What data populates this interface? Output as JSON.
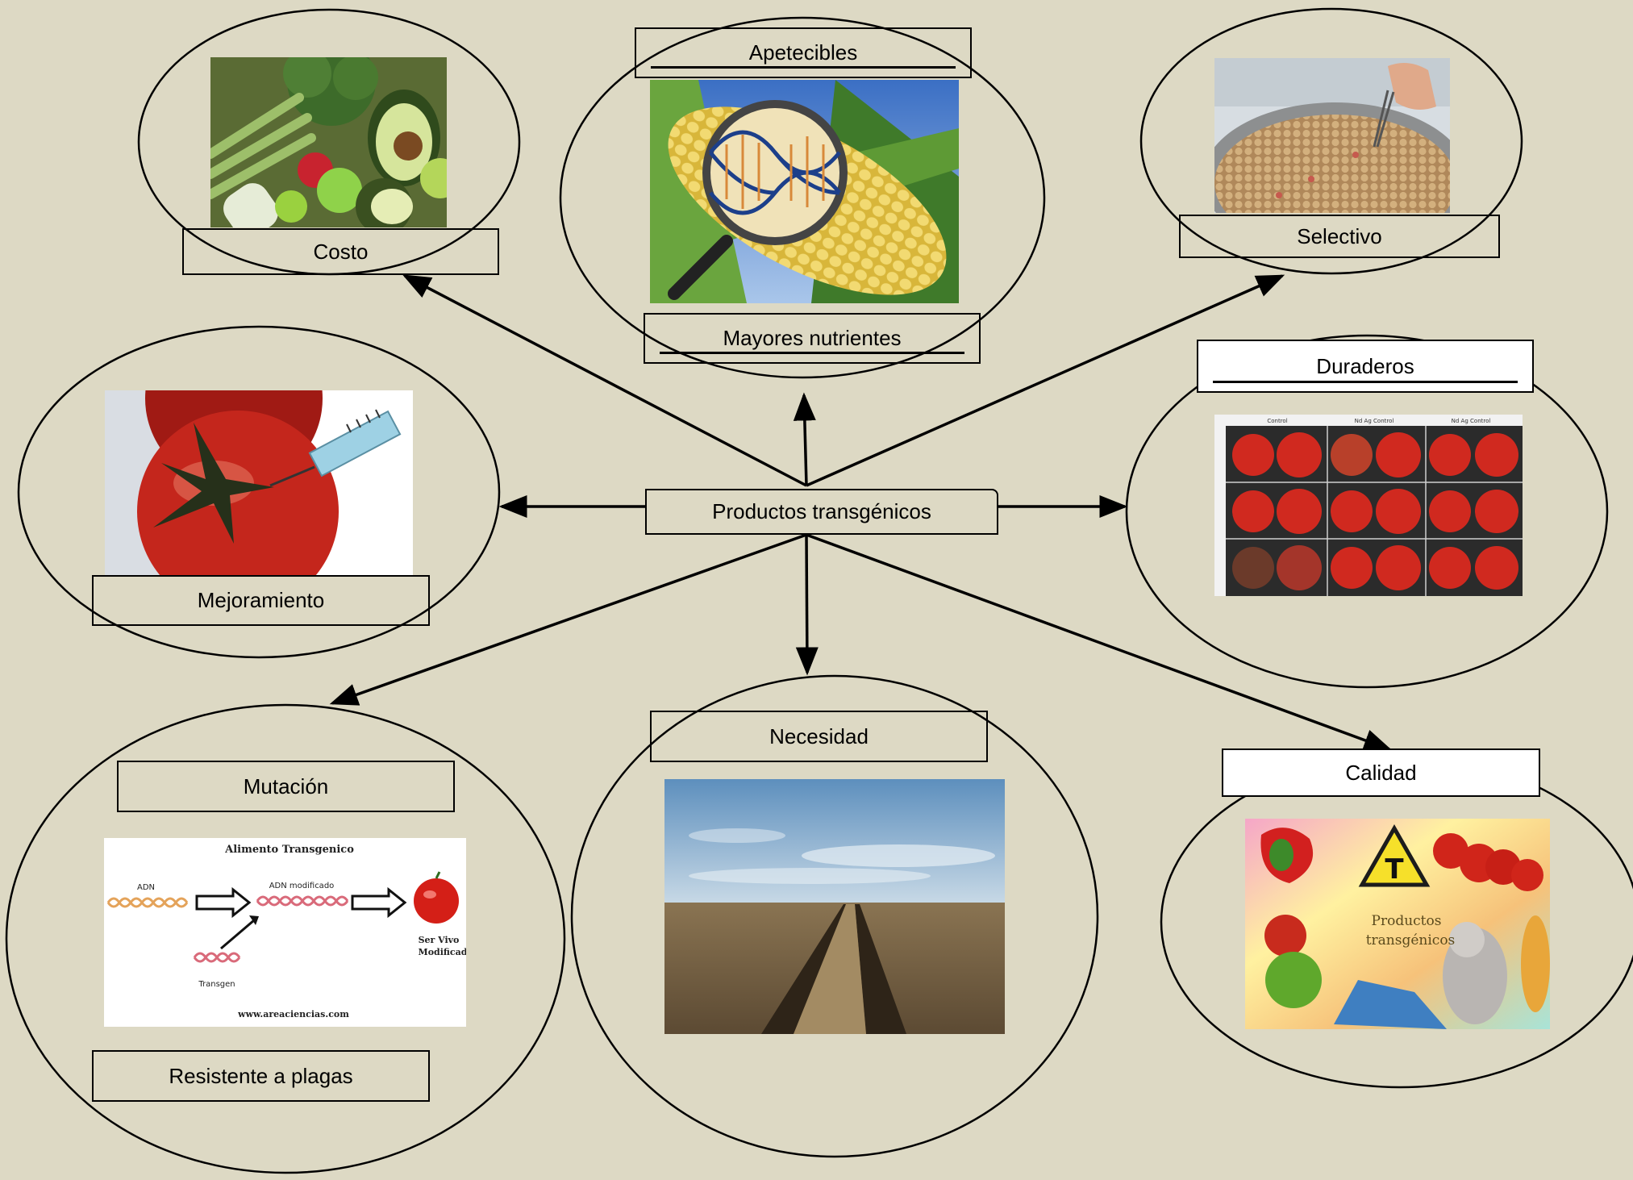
{
  "diagram": {
    "center": "Productos transgénicos",
    "nodes": {
      "costo": "Costo",
      "apetecibles": "Apetecibles",
      "mayores_nutrientes": "Mayores nutrientes",
      "selectivo": "Selectivo",
      "mejoramiento": "Mejoramiento",
      "duraderos": "Duraderos",
      "mutacion": "Mutación",
      "resistente": "Resistente a plagas",
      "necesidad": "Necesidad",
      "calidad": "Calidad"
    }
  },
  "images": {
    "vegetables": "vegetables-photo",
    "corn_dna": "corn-dna-magnifier-photo",
    "seeds": "seed-selection-photo",
    "tomato_syringe": "tomato-injection-photo",
    "tomato_grid": "tomato-comparison-grid-photo",
    "field": "wheat-field-photo",
    "collage": "transgenic-collage-image",
    "gmo_diagram": {
      "title": "Alimento Transgenico",
      "adn": "ADN",
      "adn_mod": "ADN modificado",
      "transgen": "Transgen",
      "ser_vivo_1": "Ser Vivo",
      "ser_vivo_2": "Modificad",
      "url": "www.areaciencias.com"
    },
    "grid_headers": [
      "Control",
      "Nd Ag Control",
      "Nd Ag Control"
    ],
    "collage_text_1": "Productos",
    "collage_text_2": "transgénicos",
    "collage_sign": "T"
  }
}
